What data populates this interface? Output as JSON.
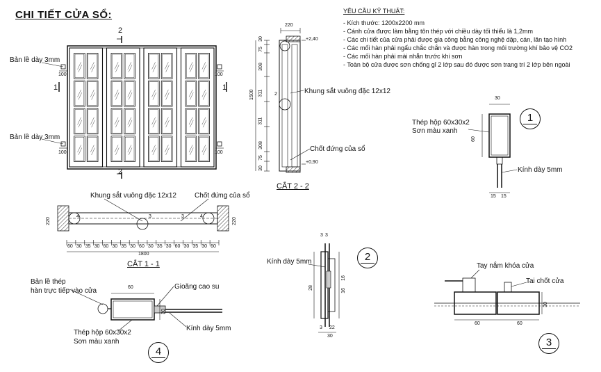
{
  "title": "CHI TIẾT CỬA SỔ:",
  "requirements": {
    "heading": "YÊU CẦU KỸ THUẬT:",
    "items": [
      "- Kích thước: 1200x2200 mm",
      "- Cánh cửa được làm bằng tôn thép với chiều dày tối thiểu là 1,2mm",
      "- Các chi tiết của cửa phải được gia công bằng công nghệ dập, cán, lăn tạo hình",
      "- Các mối hàn phải ngấu chắc chắn và được hàn trong môi trường khí bảo vệ CO2",
      "- Các mối hàn phải mài nhẵn trước khi sơn",
      "- Toàn bộ cửa được sơn chống gỉ 2 lớp sau đó được sơn trang trí 2 lớp bên ngoài"
    ]
  },
  "elevation": {
    "hinge_top": "Bản lề dày 3mm",
    "hinge_bottom": "Bản lề dày 3mm",
    "section_mark_top": "2",
    "section_mark_bottom": "2",
    "section_mark_left": "1",
    "section_mark_right": "1",
    "dim_100": "100"
  },
  "section22": {
    "title": "CẮT 2 - 2",
    "top_dim": "220",
    "level_top": "+2,40",
    "level_bottom": "+0,90",
    "label_bar": "Khung sắt vuông đặc 12x12",
    "label_bolt": "Chốt đứng của sổ",
    "total_height": "1500",
    "segments": [
      "30",
      "75",
      "308",
      "311",
      "311",
      "308",
      "75",
      "30"
    ],
    "callout": "2"
  },
  "section11": {
    "title": "CẮT 1 - 1",
    "label_bar": "Khung sắt vuông đặc 12x12",
    "label_bolt": "Chốt đứng của sổ",
    "total_width": "1800",
    "wall_dim": "220",
    "callouts": [
      "4",
      "3",
      "3",
      "4"
    ],
    "dims": [
      "60",
      "30",
      "35",
      "30",
      "60",
      "30",
      "35",
      "30",
      "60",
      "30",
      "35",
      "30",
      "60",
      "30",
      "35",
      "30",
      "60"
    ]
  },
  "detail1": {
    "num": "1",
    "label_box": "Thép hộp 60x30x2",
    "label_paint": "Sơn màu xanh",
    "label_glass": "Kính dày 5mm",
    "dim_top": "30",
    "dim_side": "60",
    "dim_bottom": [
      "15",
      "15"
    ]
  },
  "detail2": {
    "num": "2",
    "label_glass": "Kính dày 5mm",
    "dim_top": [
      "3",
      "3"
    ],
    "dim_mid": "28",
    "dim_right": [
      "16",
      "16"
    ],
    "dim_bottom": [
      "3",
      "22"
    ],
    "dim_total": "30"
  },
  "detail3": {
    "num": "3",
    "label_handle": "Tay nắm khóa cửa",
    "label_latch": "Tai chốt cửa",
    "dims": [
      "60",
      "60"
    ],
    "dim_side": "30"
  },
  "detail4": {
    "num": "4",
    "label_hinge_1": "Bản lề thép",
    "label_hinge_2": "hàn trực tiếp vào cửa",
    "label_rubber": "Gioăng cao su",
    "label_box": "Thép hộp 60x30x2",
    "label_paint": "Sơn màu xanh",
    "label_glass": "Kính dày 5mm",
    "dim_top": "60",
    "dim_side": "30"
  }
}
